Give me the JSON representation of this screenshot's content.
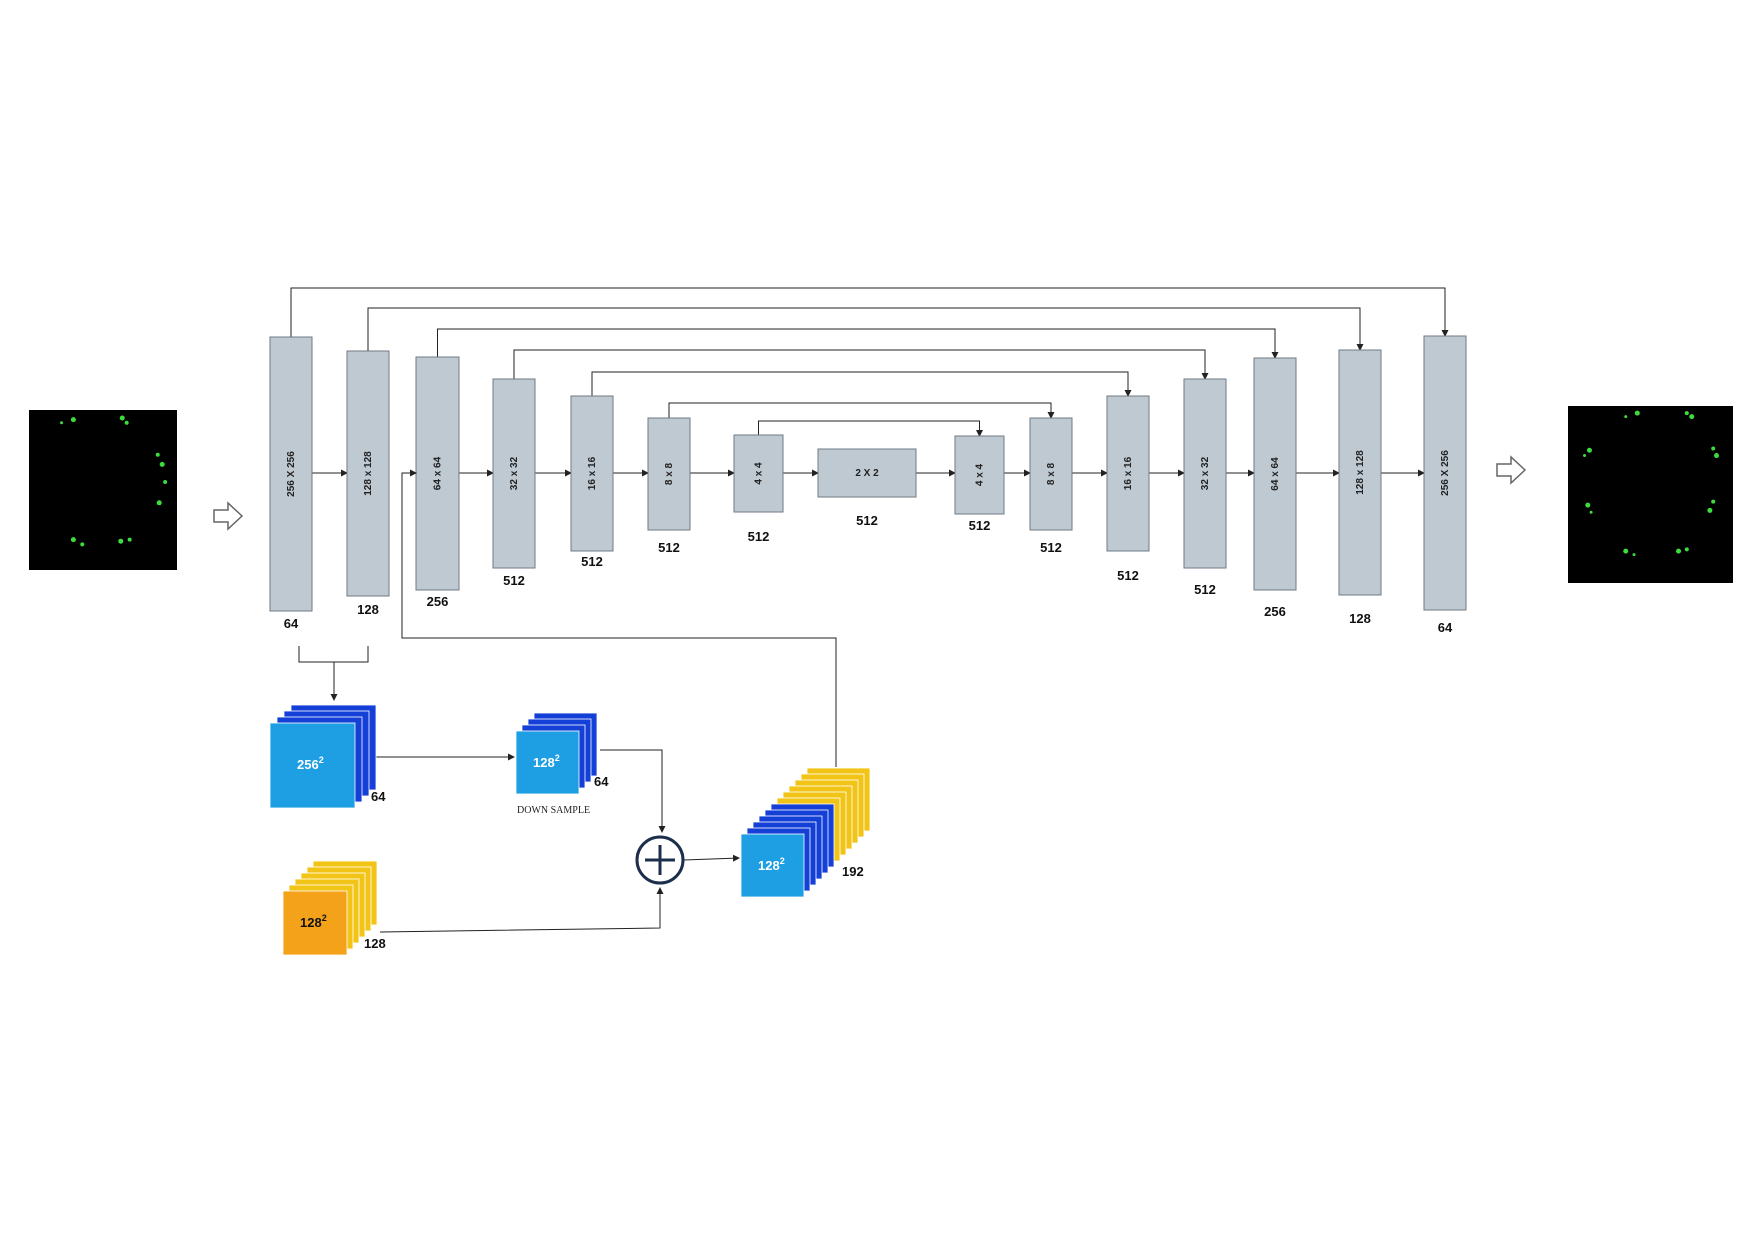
{
  "colors": {
    "block": "#bfc9d2",
    "block_stroke": "#6f7a84",
    "line": "#222222",
    "blue_front": "#1e9fe3",
    "blue_back": "#1440d8",
    "orange_front": "#f3a21a",
    "orange_back": "#f2c418",
    "image_bg": "#000000",
    "dot": "#3ddc3d"
  },
  "encoder": [
    {
      "size": "256 X 256",
      "channels": "64"
    },
    {
      "size": "128 x 128",
      "channels": "128"
    },
    {
      "size": "64 x 64",
      "channels": "256"
    },
    {
      "size": "32 x 32",
      "channels": "512"
    },
    {
      "size": "16 x 16",
      "channels": "512"
    },
    {
      "size": "8 x 8",
      "channels": "512"
    },
    {
      "size": "4 x 4",
      "channels": "512"
    }
  ],
  "bottleneck": {
    "size": "2 X 2",
    "channels": "512"
  },
  "decoder": [
    {
      "size": "4 x 4",
      "channels": "512"
    },
    {
      "size": "8 x 8",
      "channels": "512"
    },
    {
      "size": "16 x 16",
      "channels": "512"
    },
    {
      "size": "32 x 32",
      "channels": "512"
    },
    {
      "size": "64 x 64",
      "channels": "256"
    },
    {
      "size": "128 x 128",
      "channels": "128"
    },
    {
      "size": "256 X 256",
      "channels": "64"
    }
  ],
  "fusion": {
    "blue_large": {
      "text": "256",
      "sup": "2",
      "count": "64"
    },
    "blue_small": {
      "text": "128",
      "sup": "2",
      "count": "64",
      "caption": "DOWN SAMPLE"
    },
    "orange": {
      "text": "128",
      "sup": "2",
      "count": "128"
    },
    "result": {
      "text": "128",
      "sup": "2",
      "count": "192"
    }
  }
}
